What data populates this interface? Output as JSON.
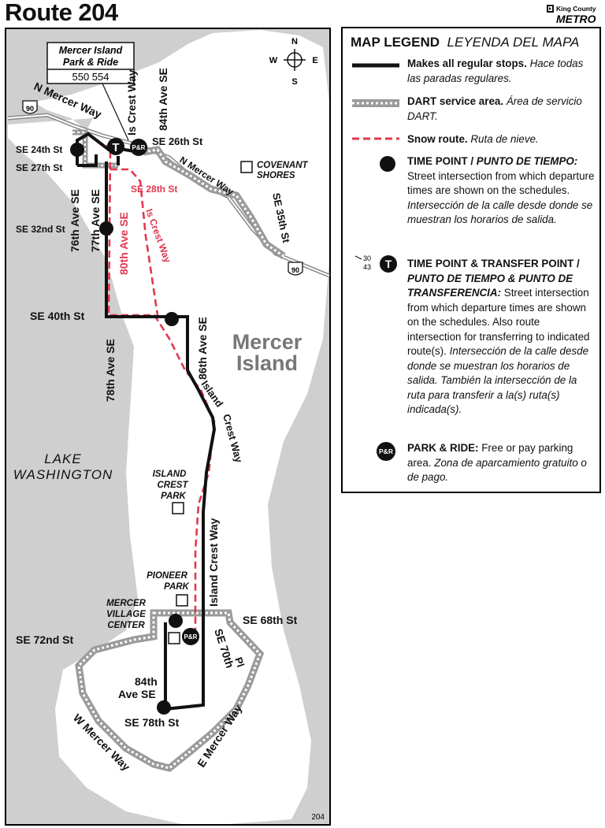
{
  "page": {
    "title": "Route 204",
    "map_number": "204"
  },
  "logo": {
    "line1": "King County",
    "line2": "METRO"
  },
  "compass": {
    "n": "N",
    "s": "S",
    "e": "E",
    "w": "W"
  },
  "colors": {
    "water": "#cfcfcf",
    "land": "#ffffff",
    "route": "#111111",
    "snow": "#e0384f",
    "dart": "#a8a8a8"
  },
  "map": {
    "park_ride_box": {
      "line1": "Mercer Island",
      "line2": "Park & Ride",
      "routes": "550 554"
    },
    "areas": {
      "mercer_island": [
        "Mercer",
        "Island"
      ],
      "lake": [
        "LAKE",
        "WASHINGTON"
      ]
    },
    "shields": {
      "i90_west": "90",
      "i90_east": "90"
    },
    "streets": {
      "n_mercer_way_w": "N Mercer Way",
      "n_mercer_way_e": "N Mercer Way",
      "is_crest_way_n": "Is Crest Way",
      "ave84_n": "84th Ave SE",
      "se26": "SE 26th St",
      "se24": "SE 24th St",
      "se27": "SE 27th St",
      "ave76": "76th Ave SE",
      "ave77": "77th Ave SE",
      "se28": "SE 28th St",
      "ave80": "80th Ave SE",
      "is_crest_way_snow": "Is Crest Way",
      "se32": "SE 32nd St",
      "se35": "SE 35th St",
      "se40": "SE 40th St",
      "ave86": "86th Ave SE",
      "ave78": "78th Ave SE",
      "island_crest_1": "Island",
      "island_crest_2": "Crest Way",
      "island_crest_s": "Island Crest Way",
      "se68": "SE 68th St",
      "se70": "SE 70th",
      "pl": "Pl",
      "se72": "SE 72nd St",
      "ave84_s1": "84th",
      "ave84_s2": "Ave SE",
      "se78": "SE 78th St",
      "w_mercer": "W Mercer Way",
      "e_mercer": "E Mercer Way"
    },
    "places": {
      "covenant_1": "COVENANT",
      "covenant_2": "SHORES",
      "island_crest_park": [
        "ISLAND",
        "CREST",
        "PARK"
      ],
      "pioneer_park": [
        "PIONEER",
        "PARK"
      ],
      "mercer_village": [
        "MERCER",
        "VILLAGE",
        "CENTER"
      ]
    },
    "symbols": {
      "transfer": "T",
      "park_ride": "P&R"
    }
  },
  "legend": {
    "header_bold": "MAP LEGEND",
    "header_italic": "LEYENDA DEL MAPA",
    "items": [
      {
        "bold": "Makes all regular stops.",
        "italic": "Hace todas las paradas regulares."
      },
      {
        "bold": "DART service area.",
        "italic": "Área de servicio DART."
      },
      {
        "bold": "Snow route.",
        "italic": "Ruta de nieve."
      },
      {
        "bold": "TIME POINT / ",
        "bold_italic": "PUNTO DE TIEMPO:",
        "text": "Street intersection from which departure times are shown on the schedules.",
        "italic": "Intersección de la calle desde donde se muestran los horarios de salida."
      },
      {
        "bold": "TIME POINT & TRANSFER POINT / ",
        "bold_italic": "PUNTO DE TIEMPO & PUNTO DE TRANSFERENCIA:",
        "text": "Street intersection from which departure times are shown on the schedules. Also route intersection for transferring to indicated route(s).",
        "italic": "Intersección de la calle desde donde se muestran los horarios de salida. También la intersección de la ruta para transferir a la(s) ruta(s) indicada(s)."
      },
      {
        "bold": "PARK & RIDE:",
        "text": "Free or pay parking area.",
        "italic": "Zona de aparcamiento gratuito o de pago."
      }
    ],
    "transfer_routes": {
      "r1": "30",
      "r2": "43"
    },
    "symbols": {
      "transfer": "T",
      "park_ride": "P&R"
    }
  }
}
